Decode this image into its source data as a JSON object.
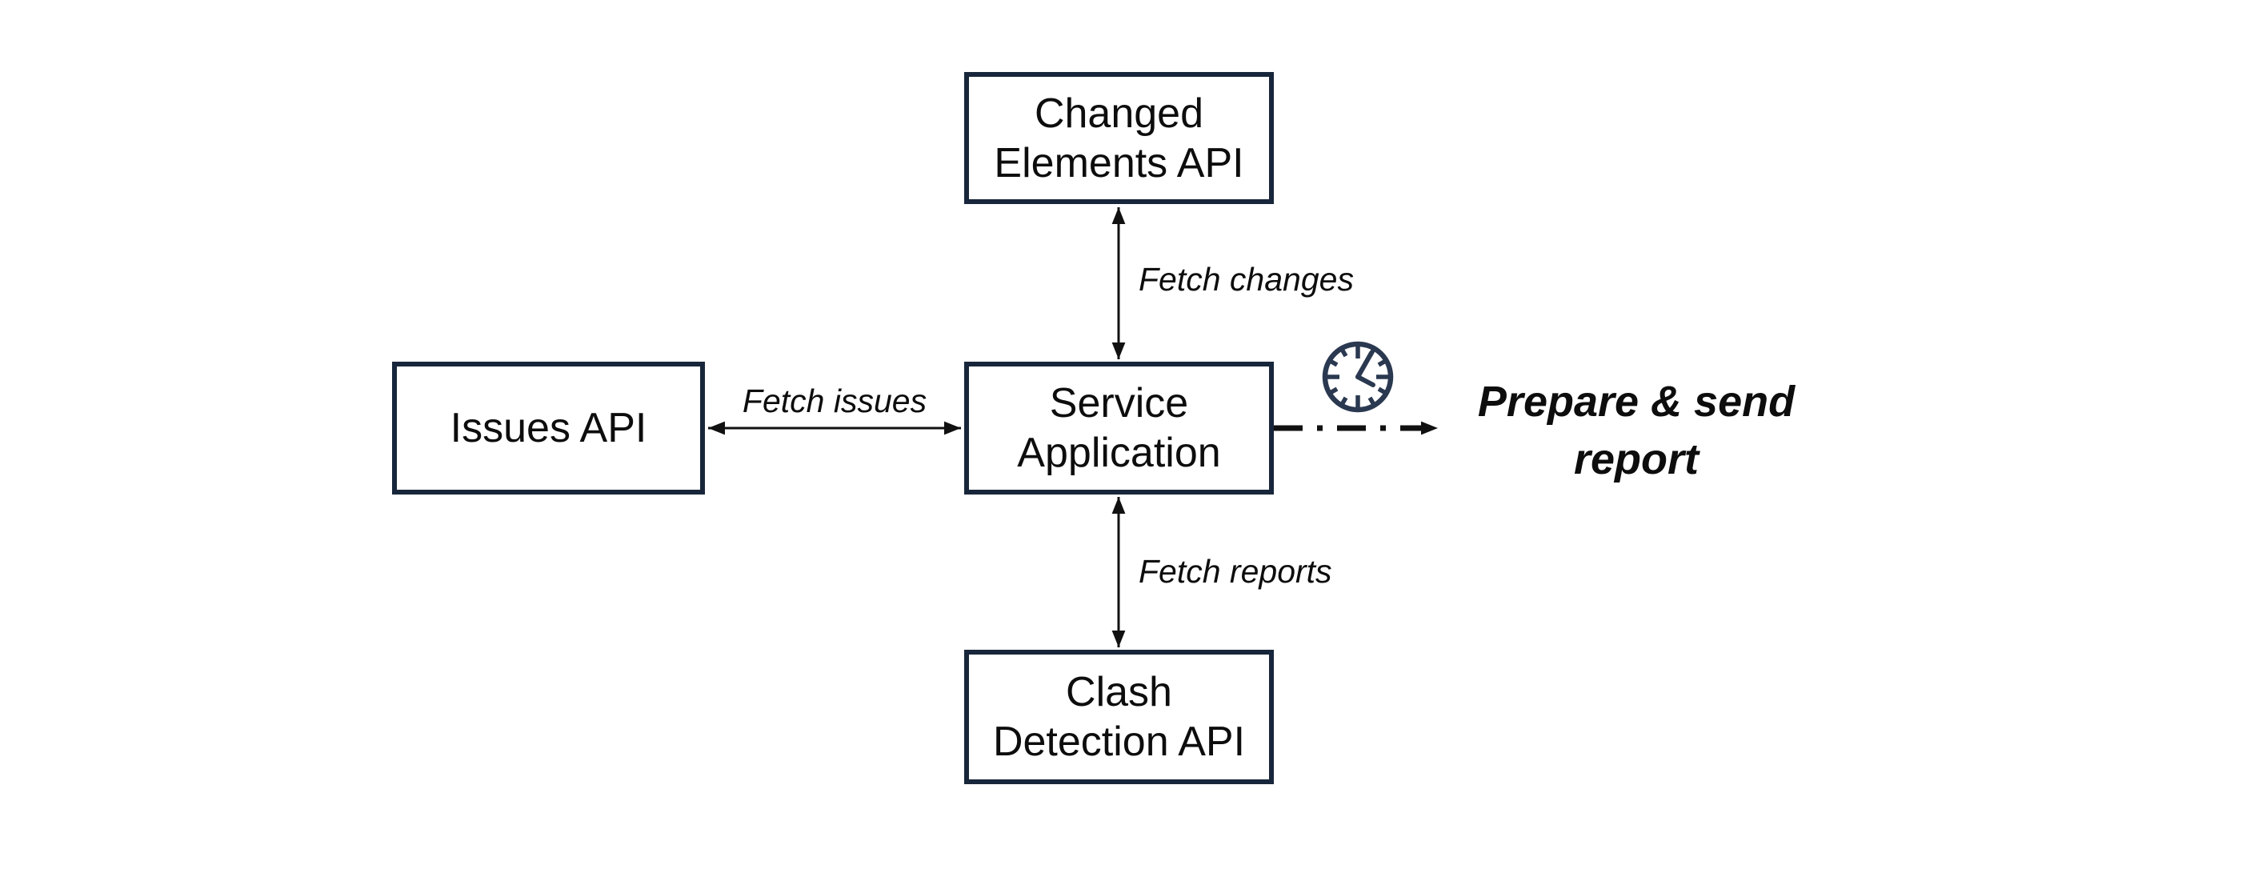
{
  "diagram": {
    "nodes": {
      "changed_elements": {
        "lines": [
          "Changed",
          "Elements API"
        ]
      },
      "issues": {
        "lines": [
          "Issues API"
        ]
      },
      "service": {
        "lines": [
          "Service",
          "Application"
        ]
      },
      "clash": {
        "lines": [
          "Clash",
          "Detection API"
        ]
      }
    },
    "edge_labels": {
      "fetch_changes": "Fetch changes",
      "fetch_issues": "Fetch issues",
      "fetch_reports": "Fetch reports"
    },
    "annotations": {
      "prepare_report": {
        "lines": [
          "Prepare & send",
          "report"
        ]
      }
    },
    "icons": {
      "clock": "clock-icon"
    },
    "colors": {
      "box_border": "#17263a",
      "box_fill": "#ffffff",
      "arrow": "#111111",
      "clock": "#2a3950",
      "text": "#0d0d0d",
      "background": "#ffffff"
    }
  }
}
